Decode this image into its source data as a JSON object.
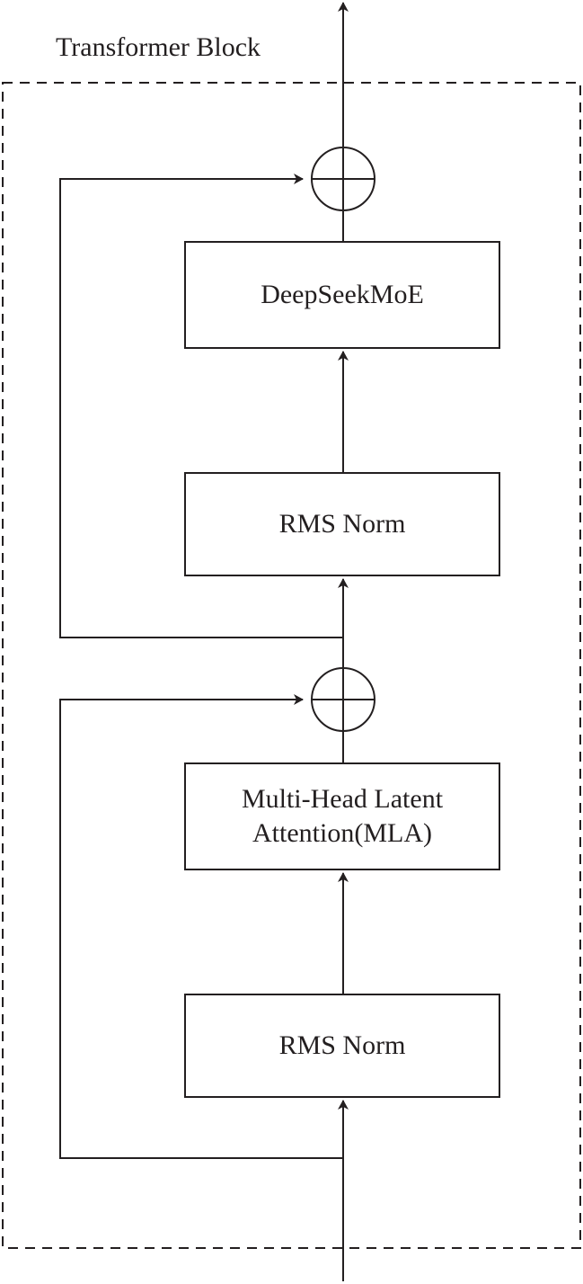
{
  "diagram": {
    "container_label": "Transformer Block",
    "blocks": {
      "deepseek_moe": "DeepSeekMoE",
      "rms_norm_upper": "RMS Norm",
      "mla_line1": "Multi-Head Latent",
      "mla_line2": "Attention(MLA)",
      "rms_norm_lower": "RMS Norm"
    },
    "stroke_color": "#231f20",
    "background_color": "#ffffff"
  }
}
